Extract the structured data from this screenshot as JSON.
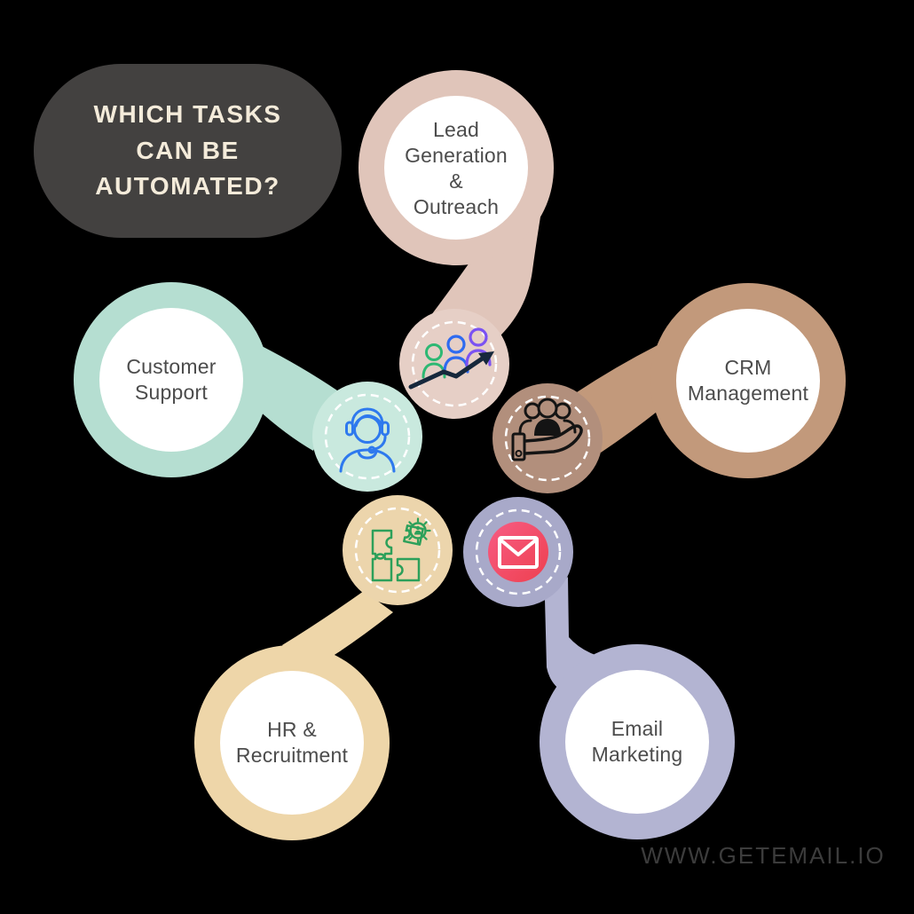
{
  "background_color": "#000000",
  "title": {
    "text": "WHICH TASKS\nCAN BE\nAUTOMATED?",
    "bg_color": "#434140",
    "text_color": "#f4ebda"
  },
  "footer": {
    "text": "WWW.GETEMAIL.IO",
    "color": "#3c3c3c"
  },
  "label_text_color": "#4c4c4c",
  "nodes": [
    {
      "id": "lead-generation",
      "label": "Lead\nGeneration\n&\nOutreach",
      "ring_color": "#e0c5ba",
      "icon_bg_color": "#e6cfc6",
      "icon": "growth-people-arrow-icon"
    },
    {
      "id": "customer-support",
      "label": "Customer\nSupport",
      "ring_color": "#b5ded1",
      "icon_bg_color": "#c9e9de",
      "icon": "headset-agent-icon"
    },
    {
      "id": "crm-management",
      "label": "CRM\nManagement",
      "ring_color": "#c2997b",
      "icon_bg_color": "#b28f7c",
      "icon": "hand-holding-people-icon"
    },
    {
      "id": "hr-recruitment",
      "label": "HR &\nRecruitment",
      "ring_color": "#eed6a9",
      "icon_bg_color": "#ecd5ac",
      "icon": "puzzle-gear-icon"
    },
    {
      "id": "email-marketing",
      "label": "Email\nMarketing",
      "ring_color": "#b3b4d2",
      "icon_bg_color": "#a8a9c9",
      "icon": "envelope-icon"
    }
  ],
  "icon_colors": {
    "person_green": "#2eb873",
    "person_blue": "#2f6bf0",
    "person_purple": "#7b52f2",
    "arrow_dark": "#16283c",
    "headset_blue": "#2e79ee",
    "crm_black": "#141414",
    "puzzle_green": "#2ca05a",
    "email_gradient_start": "#f75c84",
    "email_gradient_end": "#ee404f",
    "envelope_white": "#ffffff",
    "dashed_ring_white": "#ffffff",
    "inner_circle_white": "#ffffff"
  }
}
